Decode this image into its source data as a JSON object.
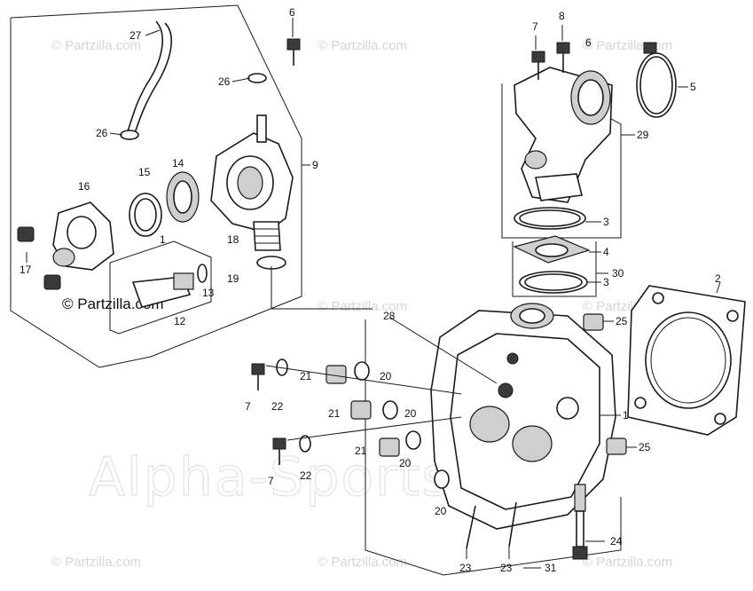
{
  "watermarks": {
    "partzilla": "© Partzilla.com",
    "partzilla_bold": "© Partzilla.com",
    "alpha_sports": "Alpha-Sports.com"
  },
  "callouts": {
    "c1": "1",
    "c2": "2",
    "c3a": "3",
    "c3b": "3",
    "c4": "4",
    "c5": "5",
    "c6": "6",
    "c7a": "7",
    "c7b": "7",
    "c7c": "7",
    "c8": "8",
    "c9": "9",
    "c12": "12",
    "c13": "13",
    "c14": "14",
    "c15": "15",
    "c16": "16",
    "c17": "17",
    "c19": "19",
    "c20a": "20",
    "c20b": "20",
    "c20c": "20",
    "c20d": "20",
    "c21a": "21",
    "c21b": "21",
    "c21c": "21",
    "c22a": "22",
    "c22b": "22",
    "c23a": "23",
    "c23b": "23",
    "c24": "24",
    "c25a": "25",
    "c25b": "25",
    "c26a": "26",
    "c26b": "26",
    "c27": "27",
    "c28": "28",
    "c29": "29",
    "c30": "30",
    "c31": "31",
    "c18": "18",
    "c6b": "6",
    "c1b": "1"
  }
}
